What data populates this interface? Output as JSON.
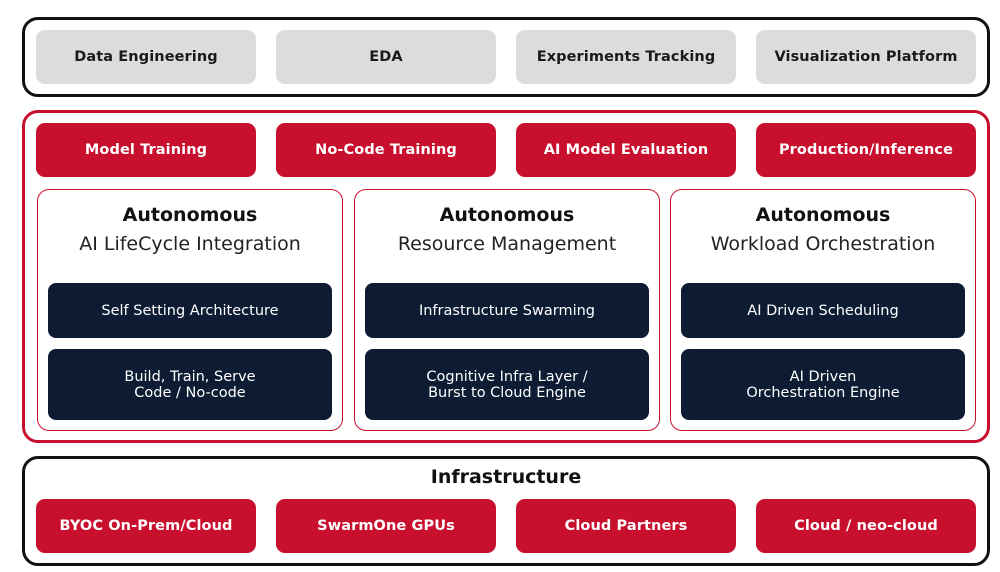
{
  "top_layer": {
    "items": [
      "Data Engineering",
      "EDA",
      "Experiments Tracking",
      "Visualization Platform"
    ]
  },
  "platform_layer": {
    "items": [
      "Model Training",
      "No-Code Training",
      "AI Model Evaluation",
      "Production/Inference"
    ],
    "columns": [
      {
        "title": "Autonomous",
        "subtitle": "AI LifeCycle Integration",
        "boxes": [
          "Self Setting Architecture",
          "Build, Train, Serve\nCode / No-code"
        ]
      },
      {
        "title": "Autonomous",
        "subtitle": "Resource Management",
        "boxes": [
          "Infrastructure Swarming",
          "Cognitive Infra Layer /\nBurst to Cloud Engine"
        ]
      },
      {
        "title": "Autonomous",
        "subtitle": "Workload Orchestration",
        "boxes": [
          "AI Driven Scheduling",
          "AI Driven\nOrchestration Engine"
        ]
      }
    ]
  },
  "infrastructure_layer": {
    "title": "Infrastructure",
    "items": [
      "BYOC On-Prem/Cloud",
      "SwarmOne GPUs",
      "Cloud Partners",
      "Cloud / neo-cloud"
    ]
  },
  "colors": {
    "accent_red": "#c8102e",
    "navy": "#0d1b33",
    "grey": "#dcdcdc",
    "border_dark": "#111111"
  }
}
